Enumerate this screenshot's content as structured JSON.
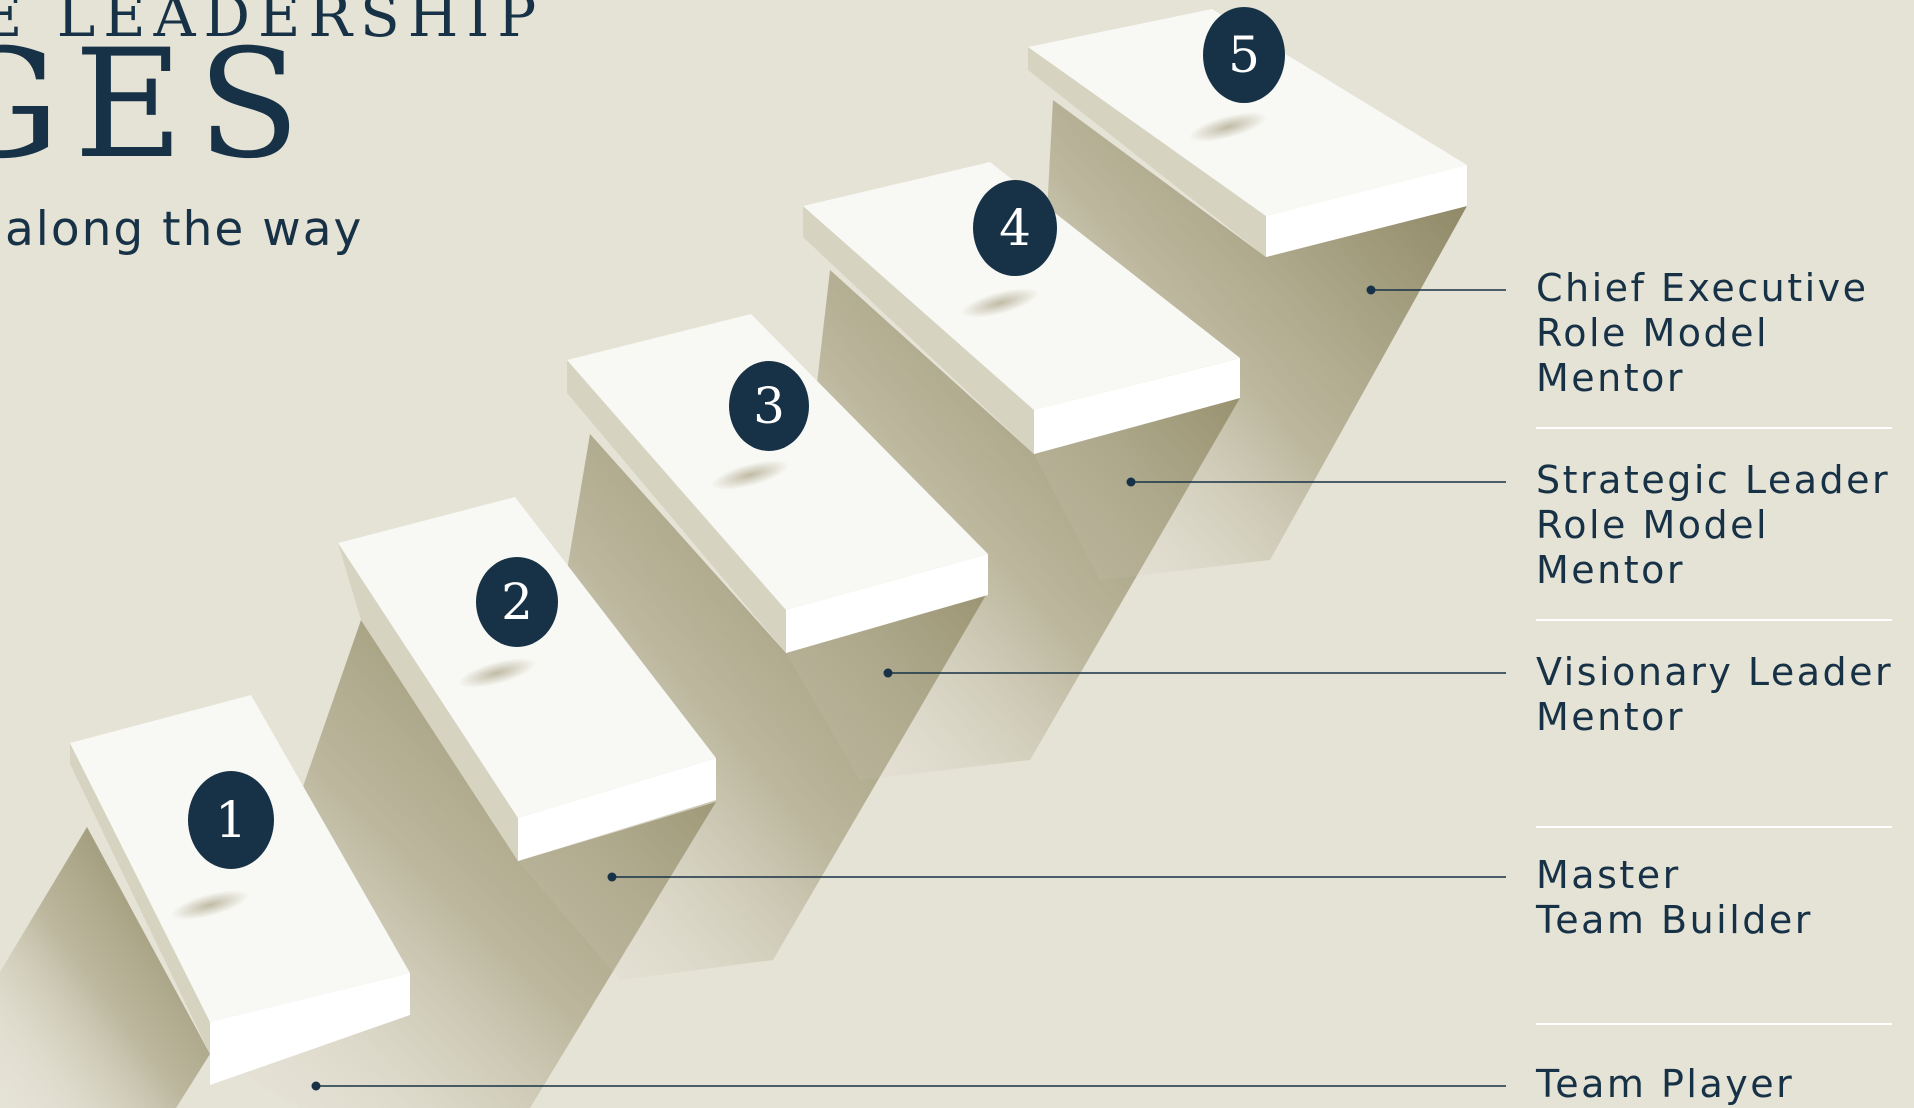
{
  "header": {
    "supertitle": "E LEADERSHIP",
    "title": "GES",
    "subtitle": "along the way"
  },
  "steps": [
    {
      "number": "1",
      "labels": [
        "Team Player"
      ]
    },
    {
      "number": "2",
      "labels": [
        "Master",
        "Team Builder"
      ]
    },
    {
      "number": "3",
      "labels": [
        "Visionary Leader",
        "Mentor"
      ]
    },
    {
      "number": "4",
      "labels": [
        "Strategic Leader",
        "Role Model",
        "Mentor"
      ]
    },
    {
      "number": "5",
      "labels": [
        "Chief Executive",
        "Role Model",
        "Mentor"
      ]
    }
  ],
  "colors": {
    "background": "#e5e2d6",
    "navy": "#173246",
    "step_top": "#f8f8f4",
    "step_front": "#ffffff",
    "step_side": "#d6d3c0",
    "shadow": "#8a8463"
  }
}
